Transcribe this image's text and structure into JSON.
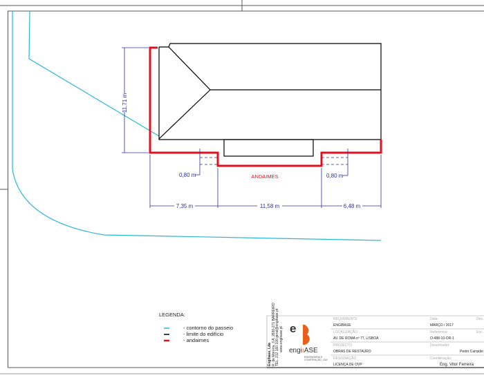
{
  "drawing": {
    "dimensions": {
      "height_left": "11,71 m",
      "offset_left": "0,80 m",
      "offset_right": "0,80 m",
      "seg_left": "7,35 m",
      "seg_middle": "11,58 m",
      "seg_right": "6,48 m"
    },
    "scaffold_label": "ANDAIMES",
    "colors": {
      "sidewalk": "#29b6d8",
      "building": "#000000",
      "scaffold": "#e01020",
      "dimension": "#2b2f9e"
    }
  },
  "legend": {
    "title": "LEGENDA:",
    "items": [
      {
        "label": "- contorno do passeio",
        "color": "#29b6d8"
      },
      {
        "label": "- limite do edifício",
        "color": "#000000"
      },
      {
        "label": "- andaimes",
        "color": "#e01020"
      }
    ]
  },
  "title_block": {
    "company_sidebar": [
      "Engibase, Lda",
      "R. de Moreira, 3 A, 2830-271 BARREIRO",
      "TEL. 212 160 100  geral@engibase.pt",
      "www.engibase.pt"
    ],
    "logo": {
      "mark": "e",
      "name_a": "engi",
      "name_b": "ASE",
      "subtitle_1": "ENGENHARIA E",
      "subtitle_2": "CONSTRUÇÃO, LDA"
    },
    "rows": [
      {
        "label": "REQUERENTE",
        "value": "ENGIBASE",
        "r_label": "Data:",
        "r_value": "MARÇO / 2017",
        "r2_label": "Des."
      },
      {
        "label": "LOCALIZAÇÃO",
        "value": "AV. DE ROMA nº 77, LISBOA",
        "r_label": "Referência:",
        "r_value": "O-488-10-OR-1",
        "r2_label": "Esc."
      },
      {
        "label": "PROJECTO",
        "value": "OBRAS DE RESTAURO",
        "r_label": "Desenhador:",
        "r_value": "Pedro Carrpião",
        "r2_label": ""
      },
      {
        "label": "DESIGNAÇÃO",
        "value": "LICENÇA DE OVP",
        "r_label": "Coordenação:",
        "r_value": "Eng. Vitor Ferreira",
        "r2_label": ""
      }
    ]
  }
}
